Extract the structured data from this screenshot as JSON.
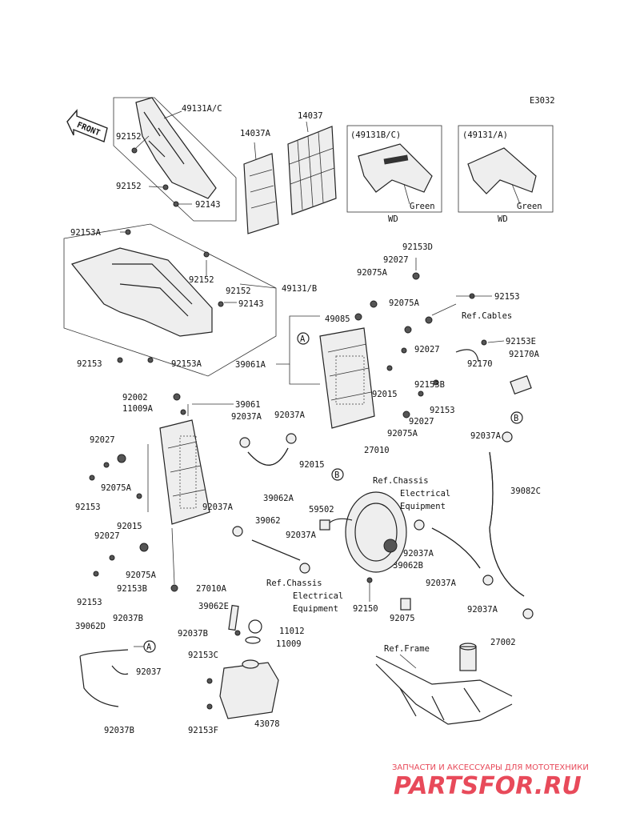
{
  "diagram_code": "E3032",
  "front_label": "FRONT",
  "watermark": {
    "subtitle": "ЗАПЧАСТИ И АКСЕССУАРЫ ДЛЯ МОТОТЕХНИКИ",
    "brand": "PARTSFOR.RU",
    "color": "#e84a5a"
  },
  "callouts": [
    "A",
    "B"
  ],
  "parts": {
    "p49131ac": "49131A/C",
    "p92152_a": "92152",
    "p92152_b": "92152",
    "p92143_a": "92143",
    "p14037a": "14037A",
    "p14037": "14037",
    "p49131bc": "(49131B/C)",
    "p49131a": "(49131/A)",
    "green_1": "Green",
    "green_2": "Green",
    "wd_1": "WD",
    "wd_2": "WD",
    "p92153a_1": "92153A",
    "p92152_c": "92152",
    "p92152_d": "92152",
    "p49131b": "49131/B",
    "p92143_b": "92143",
    "p92153_1": "92153",
    "p92153a_2": "92153A",
    "p92153d": "92153D",
    "p92027_1": "92027",
    "p92075a_1": "92075A",
    "p92075a_2": "92075A",
    "p92153_2": "92153",
    "ref_cables": "Ref.Cables",
    "p49085": "49085",
    "p92027_2": "92027",
    "p92153e": "92153E",
    "p92170a": "92170A",
    "p92170": "92170",
    "p39061a": "39061A",
    "p92015_1": "92015",
    "p92153b_1": "92153B",
    "p92153_3": "92153",
    "p92002": "92002",
    "p11009a": "11009A",
    "p39061": "39061",
    "p92037a_1": "92037A",
    "p92037a_2": "92037A",
    "p92027_3": "92027",
    "p92075a_3": "92075A",
    "p92037a_3": "92037A",
    "p92027_4": "92027",
    "p92015_2": "92015",
    "p27010": "27010",
    "ref_chassis_1": "Ref.Chassis",
    "elec_1": "Electrical",
    "equip_1": "Equipment",
    "p39082c": "39082C",
    "p92075a_4": "92075A",
    "p92153_4": "92153",
    "p39062a": "39062A",
    "p92015_3": "92015",
    "p59502": "59502",
    "p92037a_4": "92037A",
    "p39062": "39062",
    "p92027_5": "92027",
    "p92037a_5": "92037A",
    "p92037a_6": "92037A",
    "p39062b": "39062B",
    "p92075a_5": "92075A",
    "p92153_5": "92153",
    "p92153b_2": "92153B",
    "p27010a": "27010A",
    "ref_chassis_2": "Ref.Chassis",
    "elec_2": "Electrical",
    "equip_2": "Equipment",
    "p92150": "92150",
    "p92075": "92075",
    "p92037a_7": "92037A",
    "p92037a_8": "92037A",
    "p39062e": "39062E",
    "p39062d": "39062D",
    "p92037b_1": "92037B",
    "p92037b_2": "92037B",
    "p11012": "11012",
    "p11009": "11009",
    "p92037": "92037",
    "p92153c": "92153C",
    "ref_frame": "Ref.Frame",
    "p27002": "27002",
    "p92037b_3": "92037B",
    "p92153f": "92153F",
    "p43078": "43078"
  }
}
